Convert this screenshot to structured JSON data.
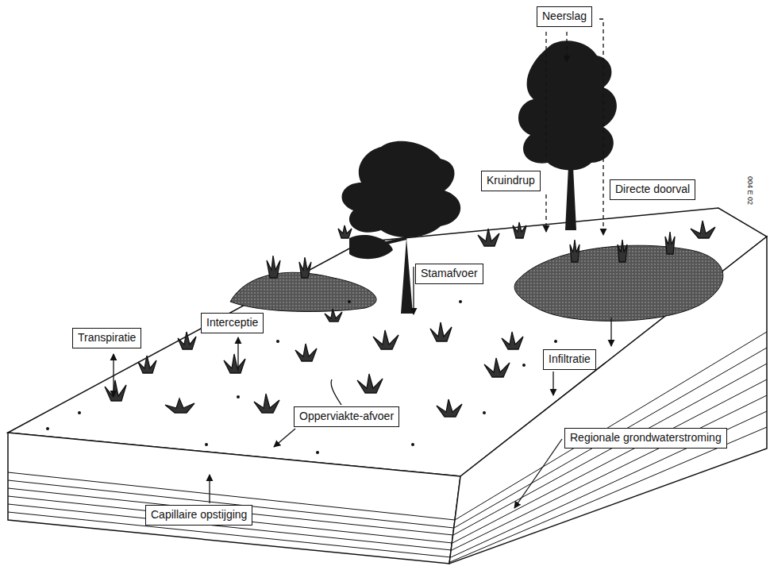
{
  "diagram": {
    "nodes": [
      {
        "text": [
          "Neerslag"
        ]
      },
      {
        "text": [
          "Kruindrup"
        ]
      },
      {
        "text": [
          "Directe doorval"
        ]
      },
      {
        "text": [
          "Stamafvoer"
        ]
      },
      {
        "text": [
          "Transpiratie"
        ]
      },
      {
        "text": [
          "Interceptie"
        ]
      },
      {
        "text": [
          "Infiltratie"
        ]
      },
      {
        "text": [
          "Opperviakte-afvoer"
        ]
      },
      {
        "text": [
          "Regionale grondwaterstroming"
        ]
      },
      {
        "text": [
          "Capillaire opstijging"
        ]
      }
    ],
    "labels": [
      "004 E 02"
    ]
  }
}
